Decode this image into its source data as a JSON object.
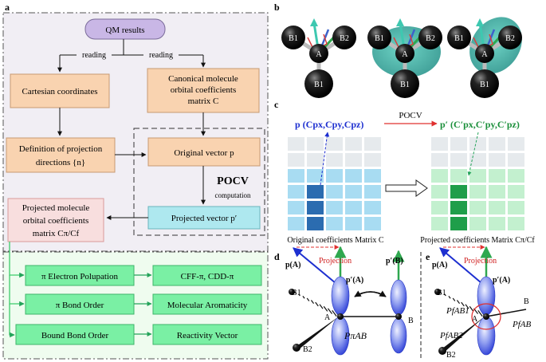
{
  "panel_labels": {
    "a": "a",
    "b": "b",
    "c": "c",
    "d": "d",
    "e": "e"
  },
  "flowchart": {
    "qm_results": "QM results",
    "reading_left": "reading",
    "reading_right": "reading",
    "cartesian": "Cartesian coordinates",
    "canonical_l1": "Canonical molecule",
    "canonical_l2": "orbital coefficients",
    "canonical_l3": "matrix C",
    "definition_l1": "Definition of projection",
    "definition_l2": "directions {n}",
    "original_vector": "Original vector p",
    "pocv_title": "POCV",
    "pocv_sub": "computation",
    "projected_vector": "Projected vector p′",
    "projected_l1": "Projected molecule",
    "projected_l2": "orbital coefficients",
    "projected_l3": "matrix Cπ/Cf"
  },
  "applications": [
    {
      "left": "π Electron Polupation",
      "right": "CFF-π, CDD-π"
    },
    {
      "left": "π Bond Order",
      "right": "Molecular  Aromaticity"
    },
    {
      "left": "Bound Bond Order",
      "right": "Reactivity Vector"
    }
  ],
  "panel_b": {
    "atom_a": "A",
    "atom_b1": "B1",
    "atom_b2": "B2",
    "colors": {
      "sphere": "#111111",
      "lobe": "#2a9a8a",
      "arrow_green": "#2fa84f",
      "arrow_blue": "#3d63c9",
      "arrow_red": "#d94040"
    }
  },
  "panel_c": {
    "vec_left": "p (Cpx,Cpy,Cpz)",
    "arrow_label": "POCV",
    "vec_right": "p′ (C′px,C′py,C′pz)",
    "caption_left": "Original coefficients Matrix C",
    "caption_right": "Projected coefficients Matrix Cπ/Cf",
    "colors": {
      "grey": "#e6eaed",
      "light_blue": "#a8dcf2",
      "dark_blue": "#2b6cb0",
      "light_green": "#c3f0cf",
      "dark_green": "#1f9e4a"
    }
  },
  "panel_d": {
    "projection": "Projection",
    "p_a": "p(A)",
    "p_a_prime": "p′(A)",
    "p_b_prime": "p′(B)",
    "atom_a": "A",
    "atom_b": "B",
    "atom_b1": "B1",
    "atom_b2": "B2",
    "p_ab": "PπAB"
  },
  "panel_e": {
    "projection": "Projection",
    "p_a": "p(A)",
    "p_a_prime": "p′(A)",
    "atom_a": "A",
    "atom_b": "B",
    "atom_b1": "B1",
    "atom_b2": "B2",
    "p_ab1": "PfAB1",
    "p_ab2": "PfAB2",
    "p_ab": "PfAB"
  }
}
